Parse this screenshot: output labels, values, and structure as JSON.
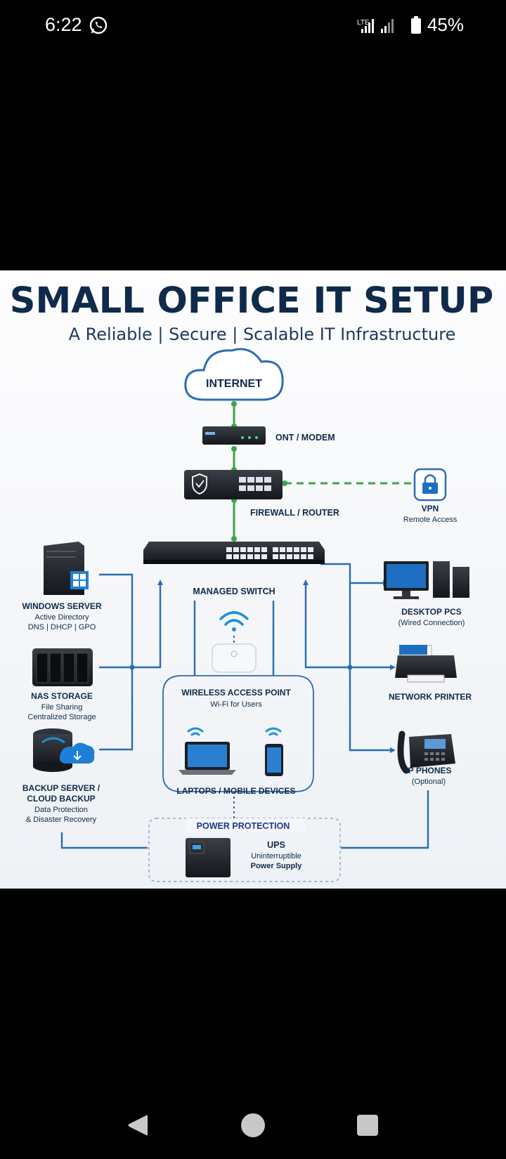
{
  "status_bar": {
    "time": "6:22",
    "network": "LTE",
    "battery": "45%"
  },
  "diagram": {
    "title": "SMALL OFFICE IT SETUP",
    "subtitle": "A Reliable | Secure | Scalable IT Infrastructure",
    "nodes": {
      "internet": "INTERNET",
      "modem": "ONT / MODEM",
      "firewall": "FIREWALL / ROUTER",
      "vpn": {
        "title": "VPN",
        "desc": "Remote Access"
      },
      "switch": "MANAGED SWITCH",
      "windows_server": {
        "title": "WINDOWS SERVER",
        "line1": "Active Directory",
        "line2": "DNS | DHCP | GPO"
      },
      "nas": {
        "title": "NAS STORAGE",
        "line1": "File Sharing",
        "line2": "Centralized Storage"
      },
      "backup": {
        "title1": "BACKUP SERVER /",
        "title2": "CLOUD BACKUP",
        "line1": "Data Protection",
        "line2": "& Disaster Recovery"
      },
      "access_point": {
        "title": "WIRELESS ACCESS POINT",
        "desc": "Wi-Fi for Users"
      },
      "laptops": "LAPTOPS / MOBILE DEVICES",
      "desktops": {
        "title": "DESKTOP PCS",
        "desc": "(Wired Connection)"
      },
      "printer": "NETWORK PRINTER",
      "ip_phones": {
        "title": "IP PHONES",
        "desc": "(Optional)"
      },
      "power": {
        "title": "POWER PROTECTION",
        "ups": "UPS",
        "line1": "Uninterruptible",
        "line2": "Power Supply"
      }
    },
    "colors": {
      "navy": "#0f2a4a",
      "blue_line": "#2b6cb0",
      "green_line": "#3aa648",
      "wifi": "#1e90d6"
    }
  },
  "nav": {
    "back": "back-icon",
    "home": "home-icon",
    "recents": "recents-icon"
  }
}
